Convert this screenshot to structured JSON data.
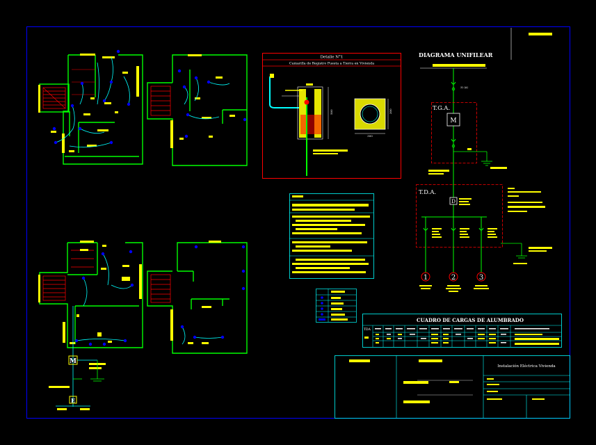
{
  "colors": {
    "background": "#000000",
    "frame": "#0000ff",
    "wall": "#00ff00",
    "label": "#ffff00",
    "circuit": "#00ffff",
    "outlet": "#0000ff",
    "detail_border": "#ff0000",
    "panel_border": "#ff0000",
    "text": "#ffffff"
  },
  "detail": {
    "title": "Detalle N°1",
    "subtitle": "Camarilla de Registro Puesta a Tierra en Vivienda",
    "dim_side": "300",
    "dim_width": "300",
    "dim_height": "500"
  },
  "diagram": {
    "title": "DIAGRAMA UNIFILEAR",
    "tga_label": "T.G.A.",
    "tda_label": "T.D.A.",
    "meter_symbol": "M",
    "breaker_symbol": "D",
    "feed_rating": "32 (A)",
    "circuits": [
      {
        "number": "1"
      },
      {
        "number": "2"
      },
      {
        "number": "3"
      }
    ]
  },
  "loads_table": {
    "title": "CUADRO DE CARGAS DE ALUMBRADO",
    "first_header": "TDA"
  },
  "title_block": {
    "project": "Instalación Eléctrica Vivienda"
  },
  "plans": {
    "meter_symbol": "M",
    "ground_symbol": "E"
  }
}
